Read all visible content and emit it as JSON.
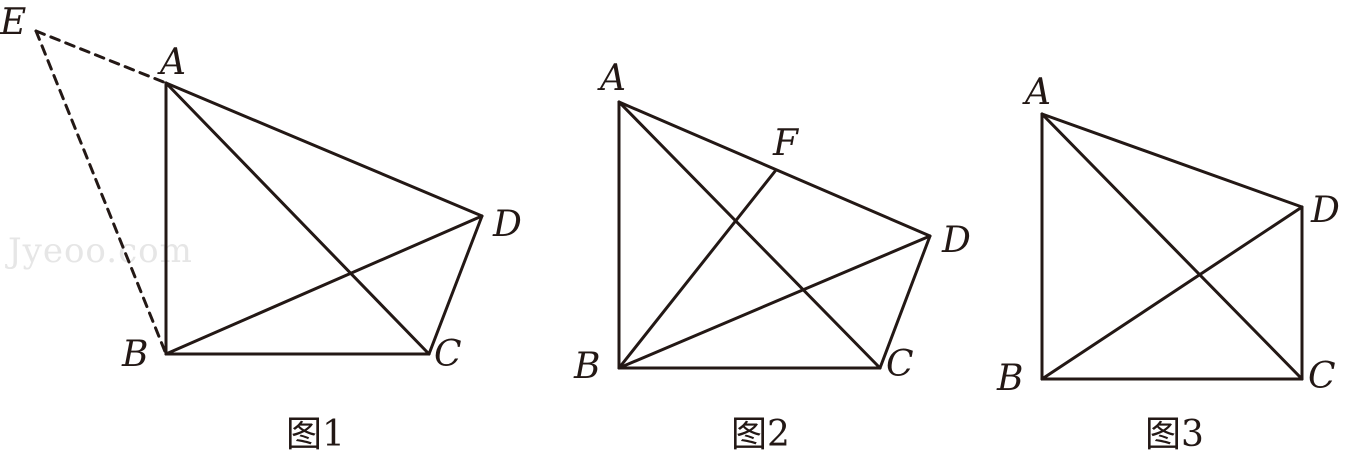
{
  "watermark": "Jyeoo.com",
  "figures": [
    {
      "caption": "图1",
      "points": {
        "E": "E",
        "A": "A",
        "B": "B",
        "C": "C",
        "D": "D"
      }
    },
    {
      "caption": "图2",
      "points": {
        "A": "A",
        "F": "F",
        "B": "B",
        "C": "C",
        "D": "D"
      }
    },
    {
      "caption": "图3",
      "points": {
        "A": "A",
        "B": "B",
        "C": "C",
        "D": "D"
      }
    }
  ]
}
